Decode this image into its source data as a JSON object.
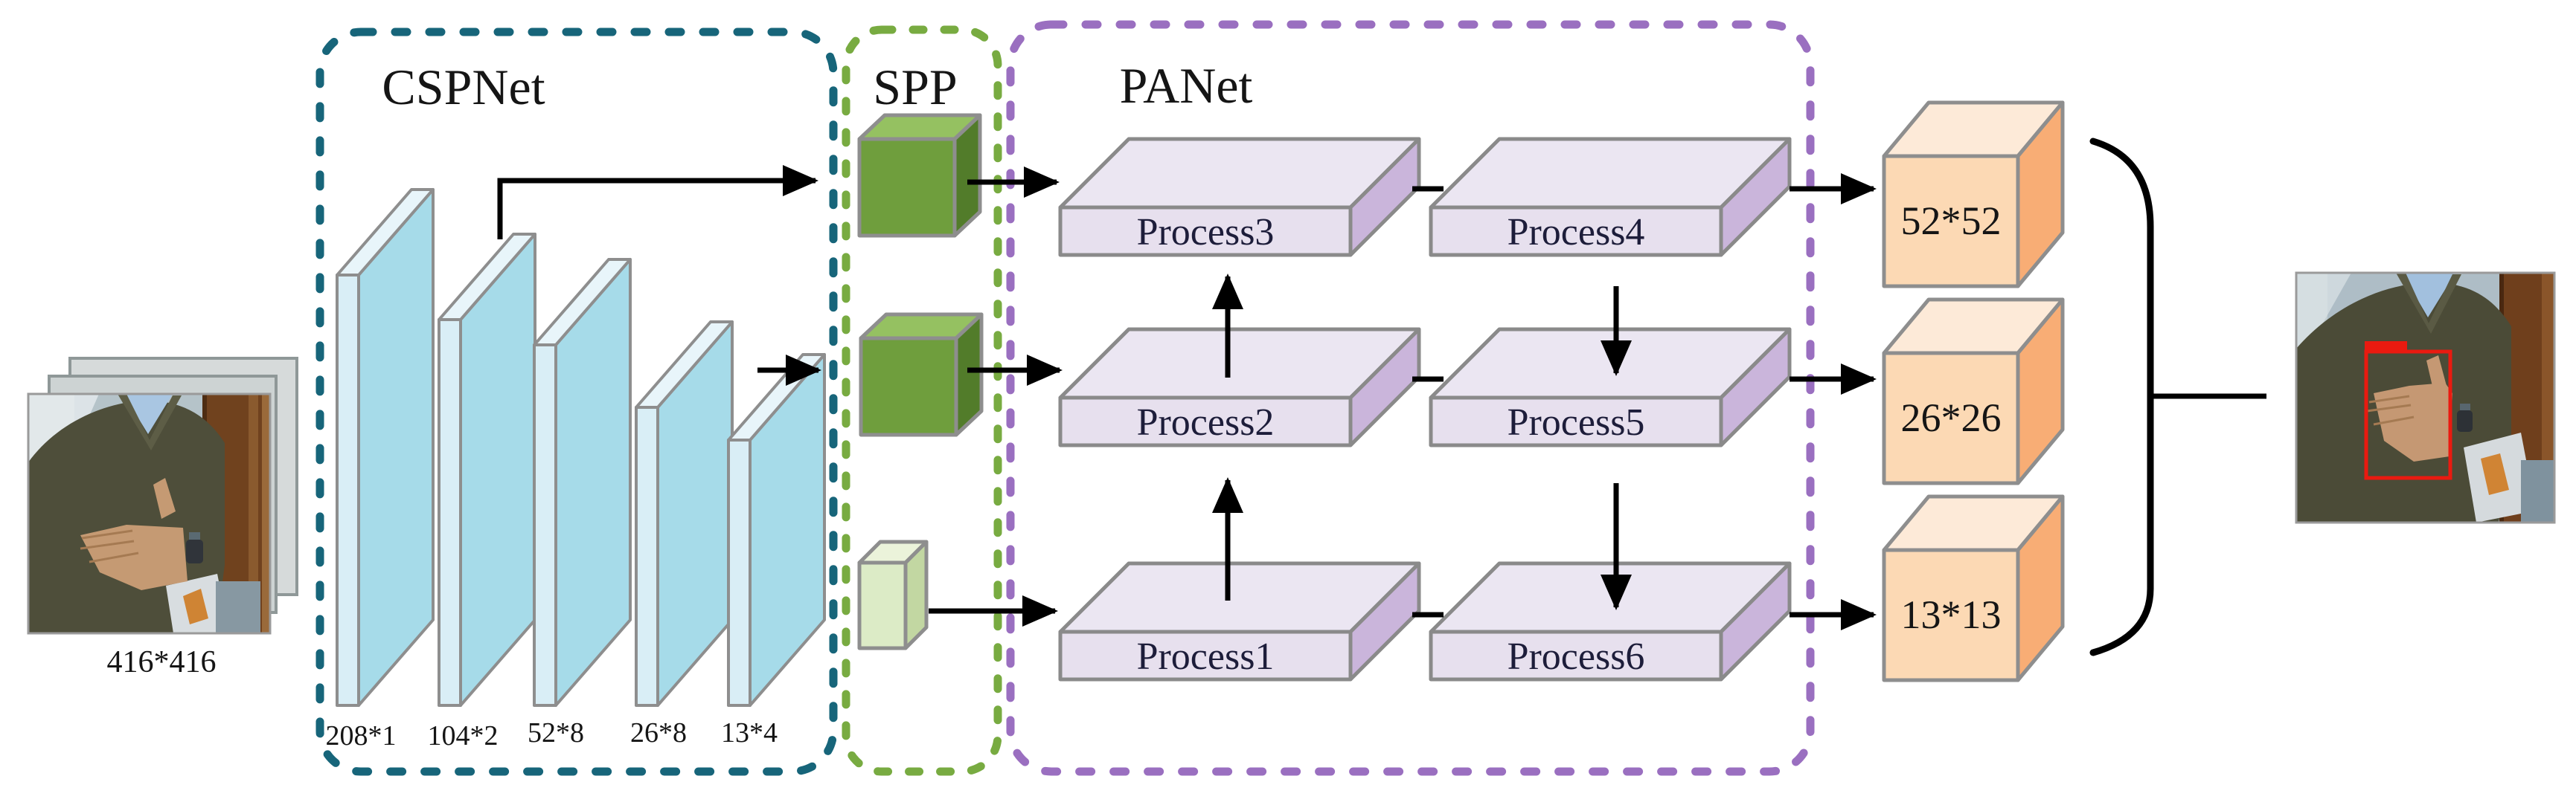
{
  "diagram": {
    "backbone": {
      "title": "CSPNet",
      "stages": [
        "208*1",
        "104*2",
        "52*8",
        "26*8",
        "13*4"
      ]
    },
    "spp": {
      "title": "SPP"
    },
    "panet": {
      "title": "PANet",
      "processes": [
        "Process1",
        "Process2",
        "Process3",
        "Process4",
        "Process5",
        "Process6"
      ]
    },
    "input": {
      "size_label": "416*416"
    },
    "outputs": {
      "grid_labels": [
        "52*52",
        "26*26",
        "13*13"
      ]
    },
    "colors": {
      "backbone_border": "#17657a",
      "spp_border": "#78ab41",
      "panet_border": "#9a6fc0",
      "feature_slab": "#a6dbe9",
      "spp_cube": "#6f9e3d",
      "spp_cube_small": "#dcebc6",
      "process_box": "#e7e0ee",
      "output_cube": "#fcd9b4",
      "detection_box": "#ea1a10",
      "arrow": "#000000"
    }
  }
}
